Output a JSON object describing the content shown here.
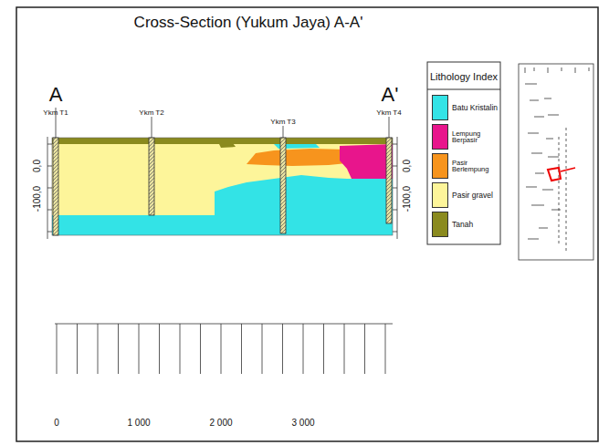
{
  "diagram": {
    "title": "Cross-Section (Yukum Jaya) A-A'",
    "labels": [
      "A",
      "A'",
      "Ykm T1",
      "Ykm T2",
      "Ykm T3",
      "Ykm T4",
      "0,0",
      "-100,0",
      "0,0",
      "-100,0",
      "0",
      "1 000",
      "2 000",
      "3 000",
      "Lithology Index"
    ],
    "legend": [
      {
        "text": "Batu Kristalin",
        "color": "#33e3e6"
      },
      {
        "text": "Lempung Berpasir",
        "color": "#e8158c"
      },
      {
        "text": "Pasir Berlempung",
        "color": "#f7941d"
      },
      {
        "text": "Pasir gravel",
        "color": "#fdf59a"
      },
      {
        "text": "Tanah",
        "color": "#8a8a1e"
      }
    ]
  }
}
